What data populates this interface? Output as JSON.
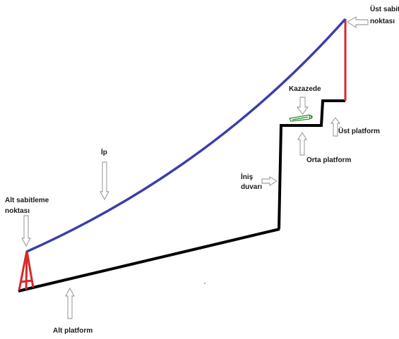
{
  "labels": {
    "upper_anchor_line1": "Üst sabitleme",
    "upper_anchor_line2": "noktası",
    "lower_anchor_line1": "Alt sabitleme",
    "lower_anchor_line2": "noktası",
    "rope": "İp",
    "casualty": "Kazazede",
    "upper_platform": "Üst platform",
    "middle_platform": "Orta platform",
    "descent_wall_line1": "İniş",
    "descent_wall_line2": "duvarı",
    "lower_platform": "Alt platform"
  },
  "colors": {
    "rope": "#3b3fa8",
    "anchor": "#d42a2a",
    "structure": "#000000",
    "casualty": "#2a8a2a"
  }
}
